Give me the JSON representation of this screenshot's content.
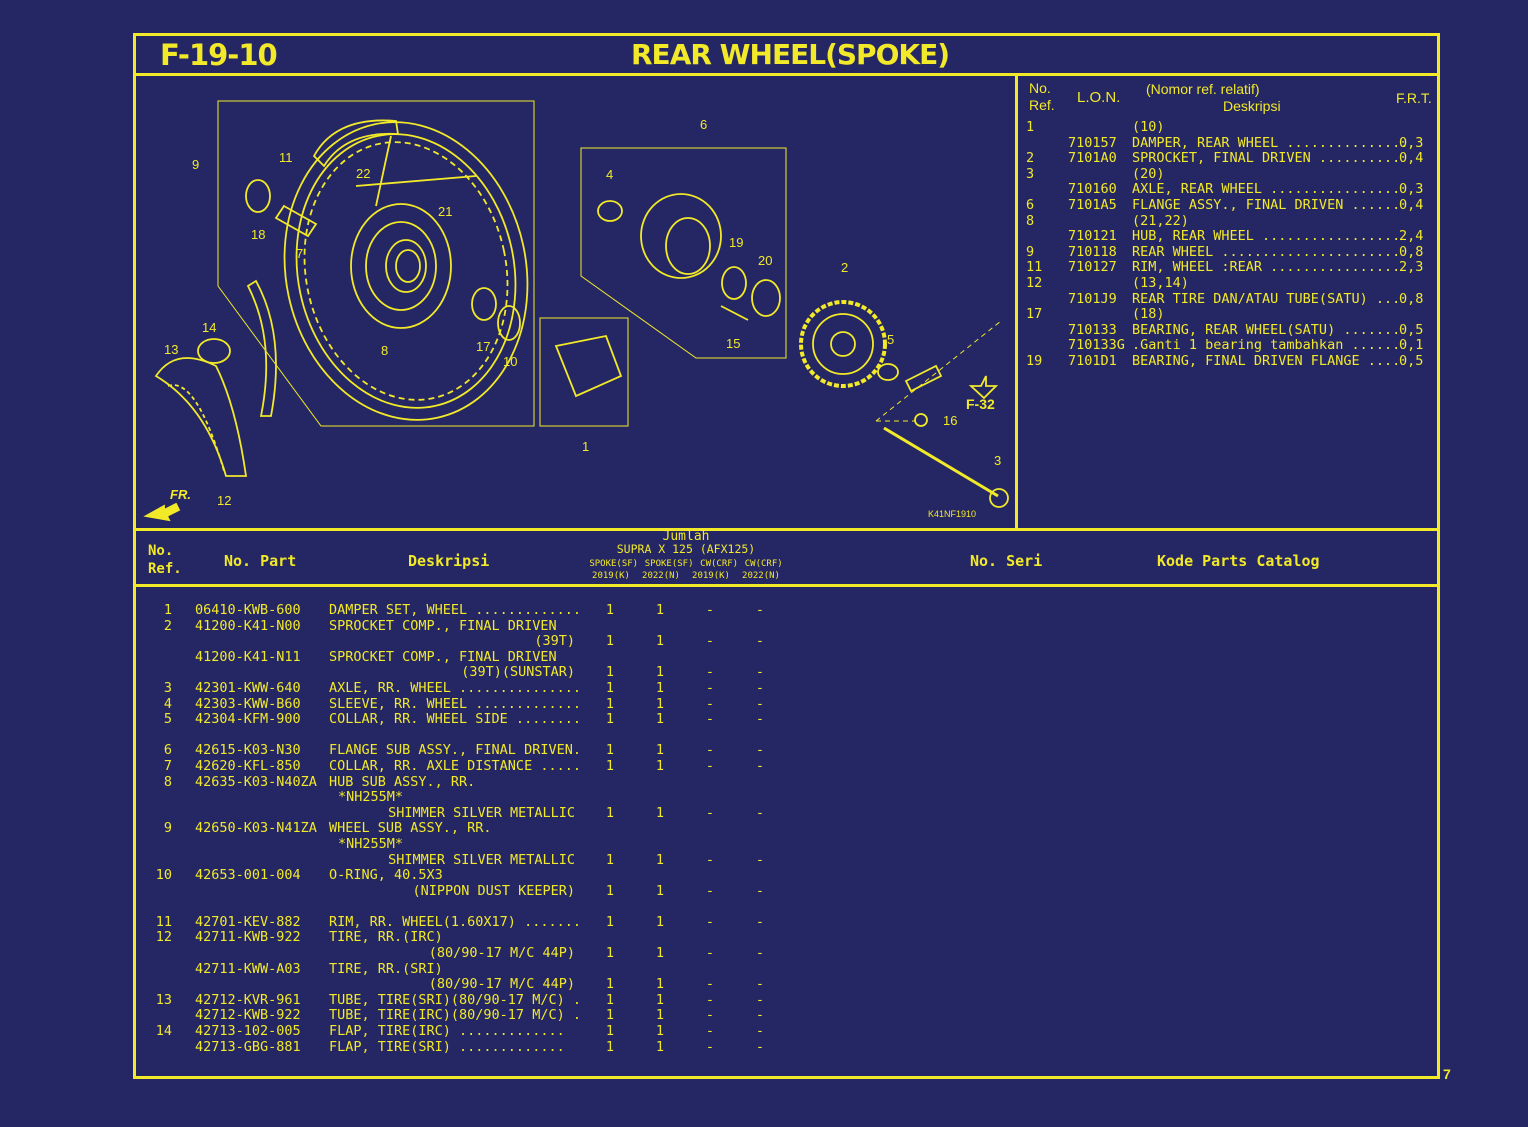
{
  "header": {
    "code": "F-19-10",
    "title": "REAR WHEEL(SPOKE)"
  },
  "diagram": {
    "code": "K41NF1910",
    "ref_label": "F-32",
    "direction_label": "FR.",
    "callouts": [
      "1",
      "2",
      "3",
      "4",
      "5",
      "6",
      "7",
      "8",
      "9",
      "10",
      "11",
      "12",
      "13",
      "14",
      "15",
      "16",
      "17",
      "18",
      "19",
      "20",
      "21",
      "22"
    ]
  },
  "lon_table": {
    "headers": {
      "no_ref": [
        "No.",
        "Ref."
      ],
      "lon": "L.O.N.",
      "desc_top": "(Nomor ref. relatif)",
      "desc": "Deskripsi",
      "frt": "F.R.T."
    },
    "rows": [
      {
        "ref": "1",
        "lon": "",
        "desc": "(10)",
        "frt": ""
      },
      {
        "ref": "",
        "lon": "710157",
        "desc": "DAMPER, REAR WHEEL ...............",
        "frt": "0,3"
      },
      {
        "ref": "2",
        "lon": "7101A0",
        "desc": "SPROCKET, FINAL DRIVEN ..........",
        "frt": "0,4"
      },
      {
        "ref": "3",
        "lon": "",
        "desc": "(20)",
        "frt": ""
      },
      {
        "ref": "",
        "lon": "710160",
        "desc": "AXLE, REAR WHEEL ................",
        "frt": "0,3"
      },
      {
        "ref": "6",
        "lon": "7101A5",
        "desc": "FLANGE ASSY., FINAL DRIVEN ......",
        "frt": "0,4"
      },
      {
        "ref": "8",
        "lon": "",
        "desc": "(21,22)",
        "frt": ""
      },
      {
        "ref": "",
        "lon": "710121",
        "desc": "HUB, REAR WHEEL .................",
        "frt": "2,4"
      },
      {
        "ref": "9",
        "lon": "710118",
        "desc": "REAR WHEEL ......................",
        "frt": "0,8"
      },
      {
        "ref": "11",
        "lon": "710127",
        "desc": "RIM, WHEEL :REAR ................",
        "frt": "2,3"
      },
      {
        "ref": "12",
        "lon": "",
        "desc": "(13,14)",
        "frt": ""
      },
      {
        "ref": "",
        "lon": "7101J9",
        "desc": "REAR TIRE DAN/ATAU TUBE(SATU) ...",
        "frt": "0,8"
      },
      {
        "ref": "17",
        "lon": "",
        "desc": "(18)",
        "frt": ""
      },
      {
        "ref": "",
        "lon": "710133",
        "desc": "BEARING, REAR WHEEL(SATU) .......",
        "frt": "0,5"
      },
      {
        "ref": "",
        "lon": "710133G",
        "desc": ".Ganti 1 bearing tambahkan ......",
        "frt": "0,1"
      },
      {
        "ref": "19",
        "lon": "7101D1",
        "desc": "BEARING, FINAL DRIVEN FLANGE ....",
        "frt": "0,5"
      }
    ]
  },
  "parts_table": {
    "headers": {
      "no_ref": [
        "No.",
        "Ref."
      ],
      "no_part": "No. Part",
      "desc": "Deskripsi",
      "jumlah": "Jumlah",
      "model": "SUPRA X 125 (AFX125)",
      "variants": [
        "SPOKE(SF)",
        "SPOKE(SF)",
        "CW(CRF)",
        "CW(CRF)"
      ],
      "years": [
        "2019(K)",
        "2022(N)",
        "2019(K)",
        "2022(N)"
      ],
      "no_seri": "No. Seri",
      "kode": "Kode Parts Catalog"
    },
    "rows": [
      {
        "ref": "1",
        "part": "06410-KWB-600",
        "desc": "DAMPER SET, WHEEL .............",
        "q": [
          "1",
          "1",
          "-",
          "-"
        ]
      },
      {
        "ref": "2",
        "part": "41200-K41-N00",
        "desc": "SPROCKET COMP., FINAL DRIVEN",
        "q": [
          "",
          "",
          "",
          ""
        ]
      },
      {
        "ref": "",
        "part": "",
        "desc": "(39T)",
        "q": [
          "1",
          "1",
          "-",
          "-"
        ],
        "indent": true
      },
      {
        "ref": "",
        "part": "41200-K41-N11",
        "desc": "SPROCKET COMP., FINAL DRIVEN",
        "q": [
          "",
          "",
          "",
          ""
        ]
      },
      {
        "ref": "",
        "part": "",
        "desc": "(39T)(SUNSTAR)",
        "q": [
          "1",
          "1",
          "-",
          "-"
        ],
        "indent": true
      },
      {
        "ref": "3",
        "part": "42301-KWW-640",
        "desc": "AXLE, RR. WHEEL ...............",
        "q": [
          "1",
          "1",
          "-",
          "-"
        ]
      },
      {
        "ref": "4",
        "part": "42303-KWW-B60",
        "desc": "SLEEVE, RR. WHEEL .............",
        "q": [
          "1",
          "1",
          "-",
          "-"
        ]
      },
      {
        "ref": "5",
        "part": "42304-KFM-900",
        "desc": "COLLAR, RR. WHEEL SIDE ........",
        "q": [
          "1",
          "1",
          "-",
          "-"
        ],
        "gap": true
      },
      {
        "ref": "6",
        "part": "42615-K03-N30",
        "desc": "FLANGE SUB ASSY., FINAL DRIVEN.",
        "q": [
          "1",
          "1",
          "-",
          "-"
        ]
      },
      {
        "ref": "7",
        "part": "42620-KFL-850",
        "desc": "COLLAR, RR. AXLE DISTANCE .....",
        "q": [
          "1",
          "1",
          "-",
          "-"
        ]
      },
      {
        "ref": "8",
        "part": "42635-K03-N40ZA",
        "desc": "HUB SUB ASSY., RR.",
        "q": [
          "",
          "",
          "",
          ""
        ]
      },
      {
        "ref": "",
        "part": "",
        "desc": "*NH255M*",
        "q": [
          "",
          "",
          "",
          ""
        ],
        "mid": true
      },
      {
        "ref": "",
        "part": "",
        "desc": "SHIMMER SILVER METALLIC",
        "q": [
          "1",
          "1",
          "-",
          "-"
        ],
        "indent": true
      },
      {
        "ref": "9",
        "part": "42650-K03-N41ZA",
        "desc": "WHEEL SUB ASSY., RR.",
        "q": [
          "",
          "",
          "",
          ""
        ]
      },
      {
        "ref": "",
        "part": "",
        "desc": "*NH255M*",
        "q": [
          "",
          "",
          "",
          ""
        ],
        "mid": true
      },
      {
        "ref": "",
        "part": "",
        "desc": "SHIMMER SILVER METALLIC",
        "q": [
          "1",
          "1",
          "-",
          "-"
        ],
        "indent": true
      },
      {
        "ref": "10",
        "part": "42653-001-004",
        "desc": "O-RING, 40.5X3",
        "q": [
          "",
          "",
          "",
          ""
        ]
      },
      {
        "ref": "",
        "part": "",
        "desc": "(NIPPON DUST KEEPER)",
        "q": [
          "1",
          "1",
          "-",
          "-"
        ],
        "indent": true,
        "gap": true
      },
      {
        "ref": "11",
        "part": "42701-KEV-882",
        "desc": "RIM, RR. WHEEL(1.60X17) .......",
        "q": [
          "1",
          "1",
          "-",
          "-"
        ]
      },
      {
        "ref": "12",
        "part": "42711-KWB-922",
        "desc": "TIRE, RR.(IRC)",
        "q": [
          "",
          "",
          "",
          ""
        ]
      },
      {
        "ref": "",
        "part": "",
        "desc": "(80/90-17 M/C 44P)",
        "q": [
          "1",
          "1",
          "-",
          "-"
        ],
        "indent": true
      },
      {
        "ref": "",
        "part": "42711-KWW-A03",
        "desc": "TIRE, RR.(SRI)",
        "q": [
          "",
          "",
          "",
          ""
        ]
      },
      {
        "ref": "",
        "part": "",
        "desc": "(80/90-17 M/C 44P)",
        "q": [
          "1",
          "1",
          "-",
          "-"
        ],
        "indent": true
      },
      {
        "ref": "13",
        "part": "42712-KVR-961",
        "desc": "TUBE, TIRE(SRI)(80/90-17 M/C) .",
        "q": [
          "1",
          "1",
          "-",
          "-"
        ]
      },
      {
        "ref": "",
        "part": "42712-KWB-922",
        "desc": "TUBE, TIRE(IRC)(80/90-17 M/C) .",
        "q": [
          "1",
          "1",
          "-",
          "-"
        ]
      },
      {
        "ref": "14",
        "part": "42713-102-005",
        "desc": "FLAP, TIRE(IRC) .............",
        "q": [
          "1",
          "1",
          "-",
          "-"
        ]
      },
      {
        "ref": "",
        "part": "42713-GBG-881",
        "desc": "FLAP, TIRE(SRI) .............",
        "q": [
          "1",
          "1",
          "-",
          "-"
        ]
      }
    ]
  },
  "page_number": "7",
  "colors": {
    "background": "#252764",
    "ink": "#f2e928"
  }
}
